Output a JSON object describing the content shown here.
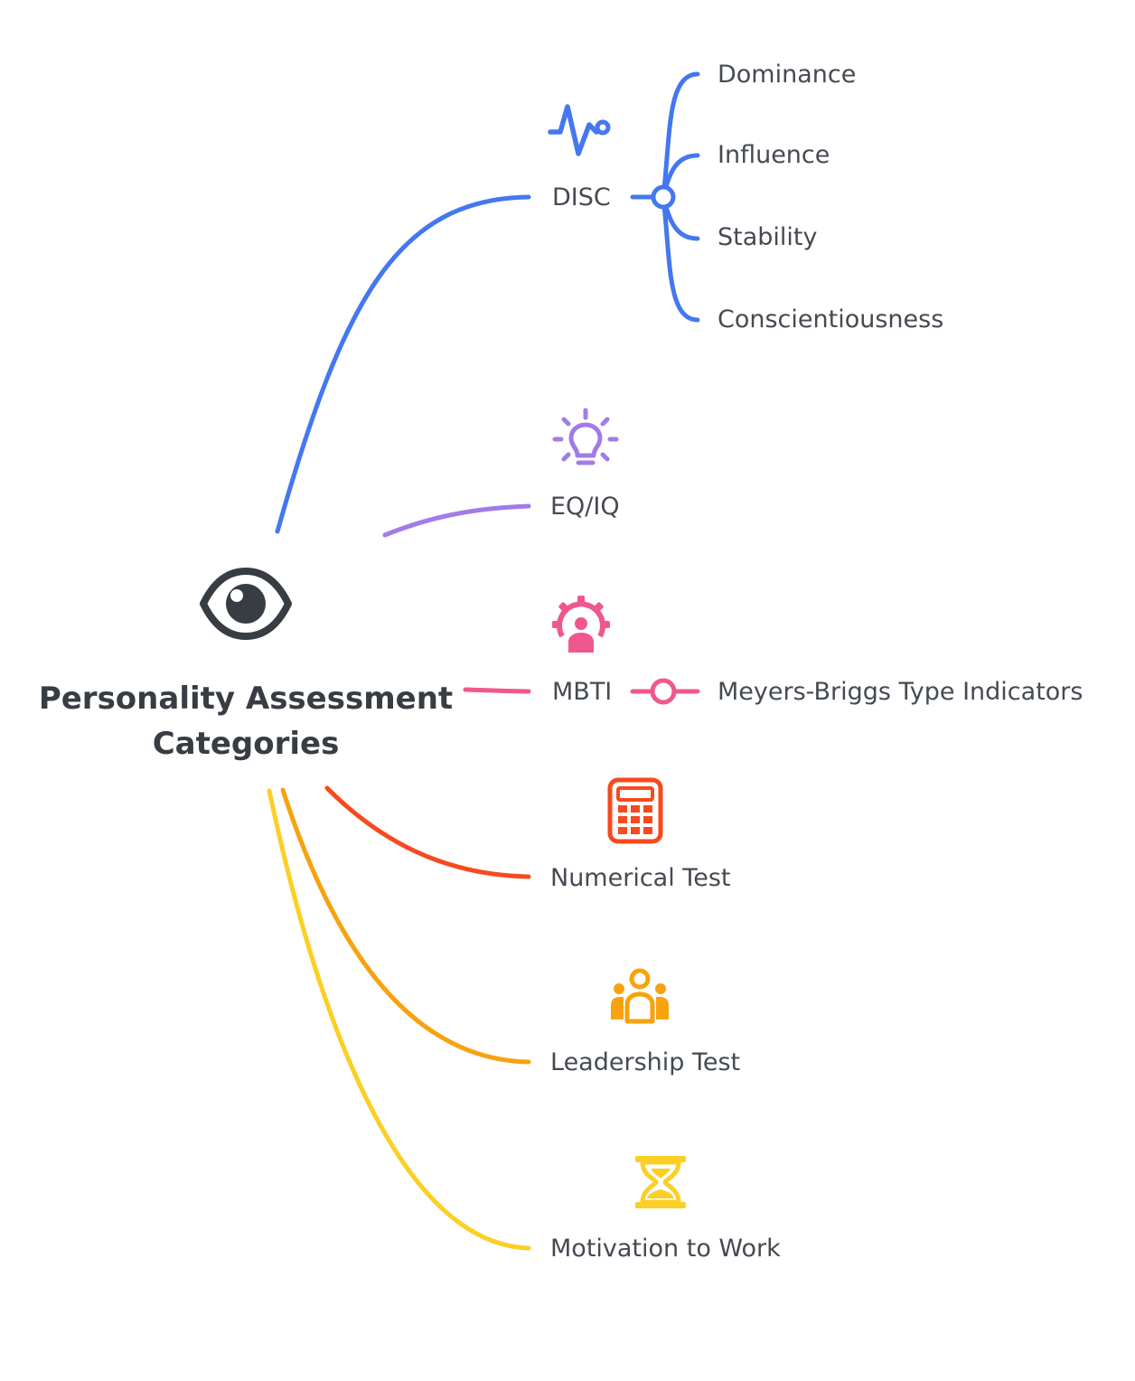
{
  "root": {
    "title_line1": "Personality Assessment",
    "title_line2": "Categories",
    "icon": "eye-icon",
    "color": "#383c43"
  },
  "branches": [
    {
      "label": "DISC",
      "icon": "pulse-icon",
      "color": "#4477f0",
      "children": [
        "Dominance",
        "Influence",
        "Stability",
        "Conscientiousness"
      ]
    },
    {
      "label": "EQ/IQ",
      "icon": "lightbulb-icon",
      "color": "#a17ce8",
      "children": []
    },
    {
      "label": "MBTI",
      "icon": "person-gear-icon",
      "color": "#f0578f",
      "children": [
        "Meyers-Briggs Type Indicators"
      ]
    },
    {
      "label": "Numerical Test",
      "icon": "calculator-icon",
      "color": "#f54a1e",
      "children": []
    },
    {
      "label": "Leadership Test",
      "icon": "team-icon",
      "color": "#f7a20e",
      "children": []
    },
    {
      "label": "Motivation to Work",
      "icon": "hourglass-icon",
      "color": "#fbcf25",
      "children": []
    }
  ]
}
